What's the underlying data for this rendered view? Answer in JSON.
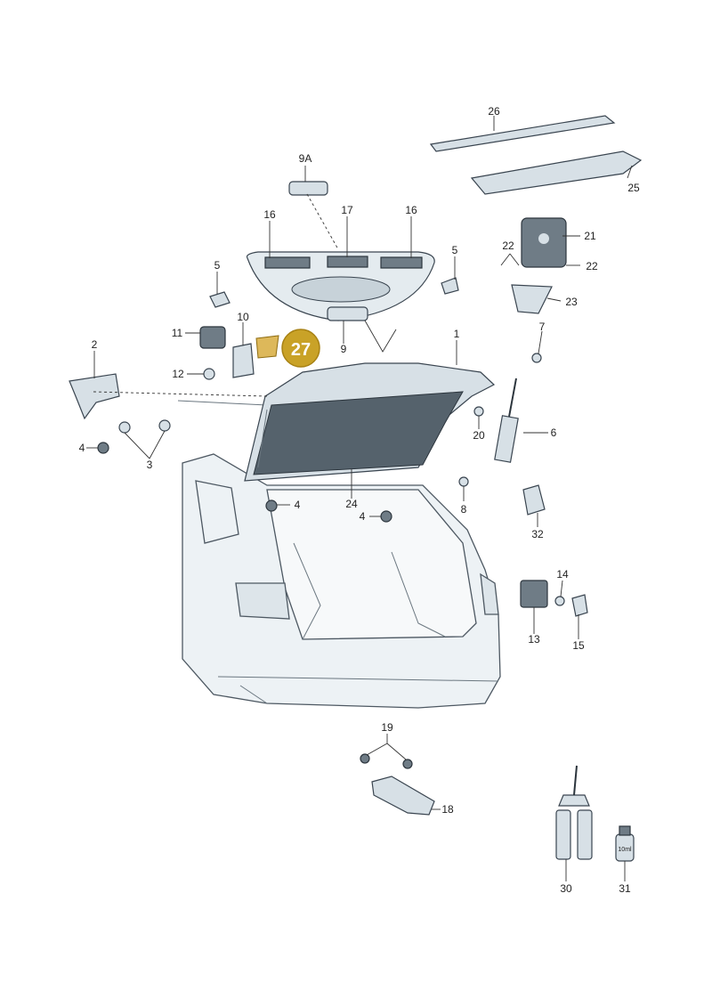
{
  "callouts": [
    {
      "id": "c26",
      "text": "26"
    },
    {
      "id": "c25",
      "text": "25"
    },
    {
      "id": "c9A",
      "text": "9A"
    },
    {
      "id": "c16a",
      "text": "16"
    },
    {
      "id": "c17",
      "text": "17"
    },
    {
      "id": "c16b",
      "text": "16"
    },
    {
      "id": "c5a",
      "text": "5"
    },
    {
      "id": "c5b",
      "text": "5"
    },
    {
      "id": "c21",
      "text": "21"
    },
    {
      "id": "c22a",
      "text": "22"
    },
    {
      "id": "c22b",
      "text": "22"
    },
    {
      "id": "c23",
      "text": "23"
    },
    {
      "id": "c10",
      "text": "10"
    },
    {
      "id": "c11",
      "text": "11"
    },
    {
      "id": "c9",
      "text": "9"
    },
    {
      "id": "c1",
      "text": "1"
    },
    {
      "id": "c7",
      "text": "7"
    },
    {
      "id": "c2",
      "text": "2"
    },
    {
      "id": "c12",
      "text": "12"
    },
    {
      "id": "c20",
      "text": "20"
    },
    {
      "id": "c6",
      "text": "6"
    },
    {
      "id": "c4a",
      "text": "4"
    },
    {
      "id": "c3",
      "text": "3"
    },
    {
      "id": "c24",
      "text": "24"
    },
    {
      "id": "c4b",
      "text": "4"
    },
    {
      "id": "c4c",
      "text": "4"
    },
    {
      "id": "c8",
      "text": "8"
    },
    {
      "id": "c32",
      "text": "32"
    },
    {
      "id": "c14",
      "text": "14"
    },
    {
      "id": "c13",
      "text": "13"
    },
    {
      "id": "c15",
      "text": "15"
    },
    {
      "id": "c19",
      "text": "19"
    },
    {
      "id": "c18",
      "text": "18"
    },
    {
      "id": "c30",
      "text": "30"
    },
    {
      "id": "c31",
      "text": "31"
    }
  ],
  "highlight": {
    "text": "27",
    "color": "#c9a227"
  },
  "bottle_label": "10ml",
  "colors": {
    "part": "#d7e0e6",
    "dark": "#6f7c86",
    "car": "#edf2f5"
  }
}
